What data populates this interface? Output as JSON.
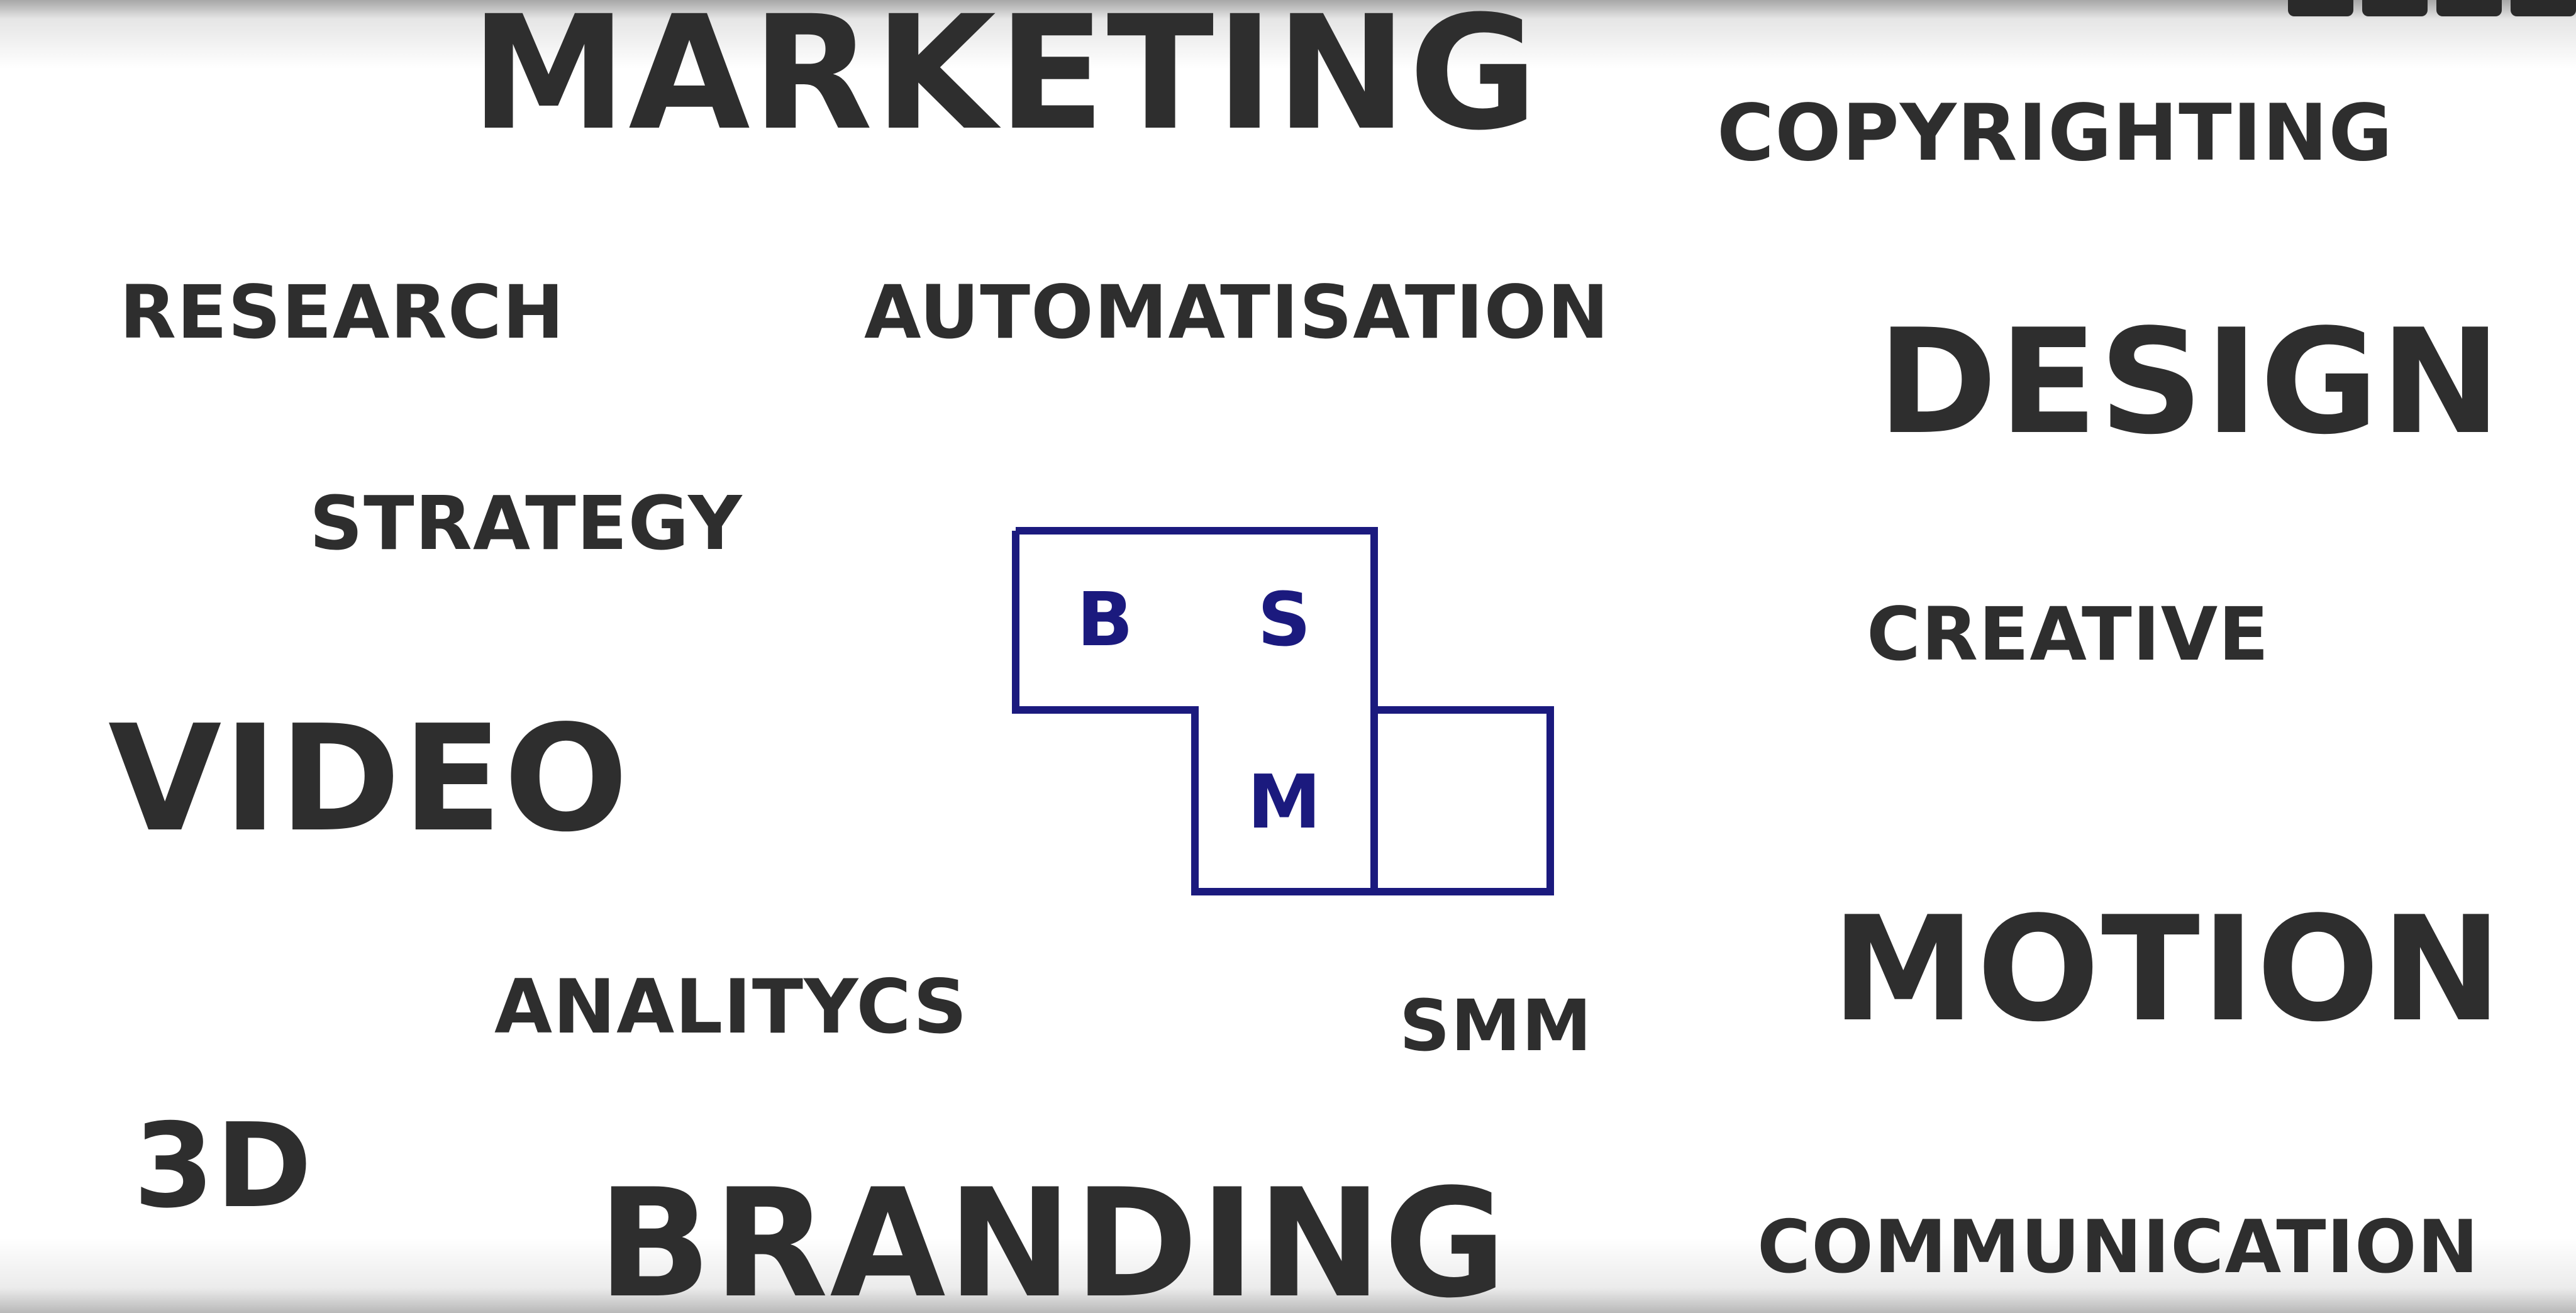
{
  "words": {
    "marketing": "MARKETING",
    "copyrighting": "COPYRIGHTING",
    "research": "RESEARCH",
    "automatisation": "AUTOMATISATION",
    "design": "DESIGN",
    "strategy": "STRATEGY",
    "creative": "CREATIVE",
    "video": "VIDEO",
    "motion": "MOTION",
    "analitycs": "ANALITYCS",
    "smm": "SMM",
    "three_d": "3D",
    "branding": "BRANDING",
    "communication": "COMMUNICATION"
  },
  "logo": {
    "letter_b": "B",
    "letter_s": "S",
    "letter_m": "M",
    "color": "#1b1a7e"
  },
  "colors": {
    "text": "#2e2e2e",
    "background": "#ffffff"
  }
}
